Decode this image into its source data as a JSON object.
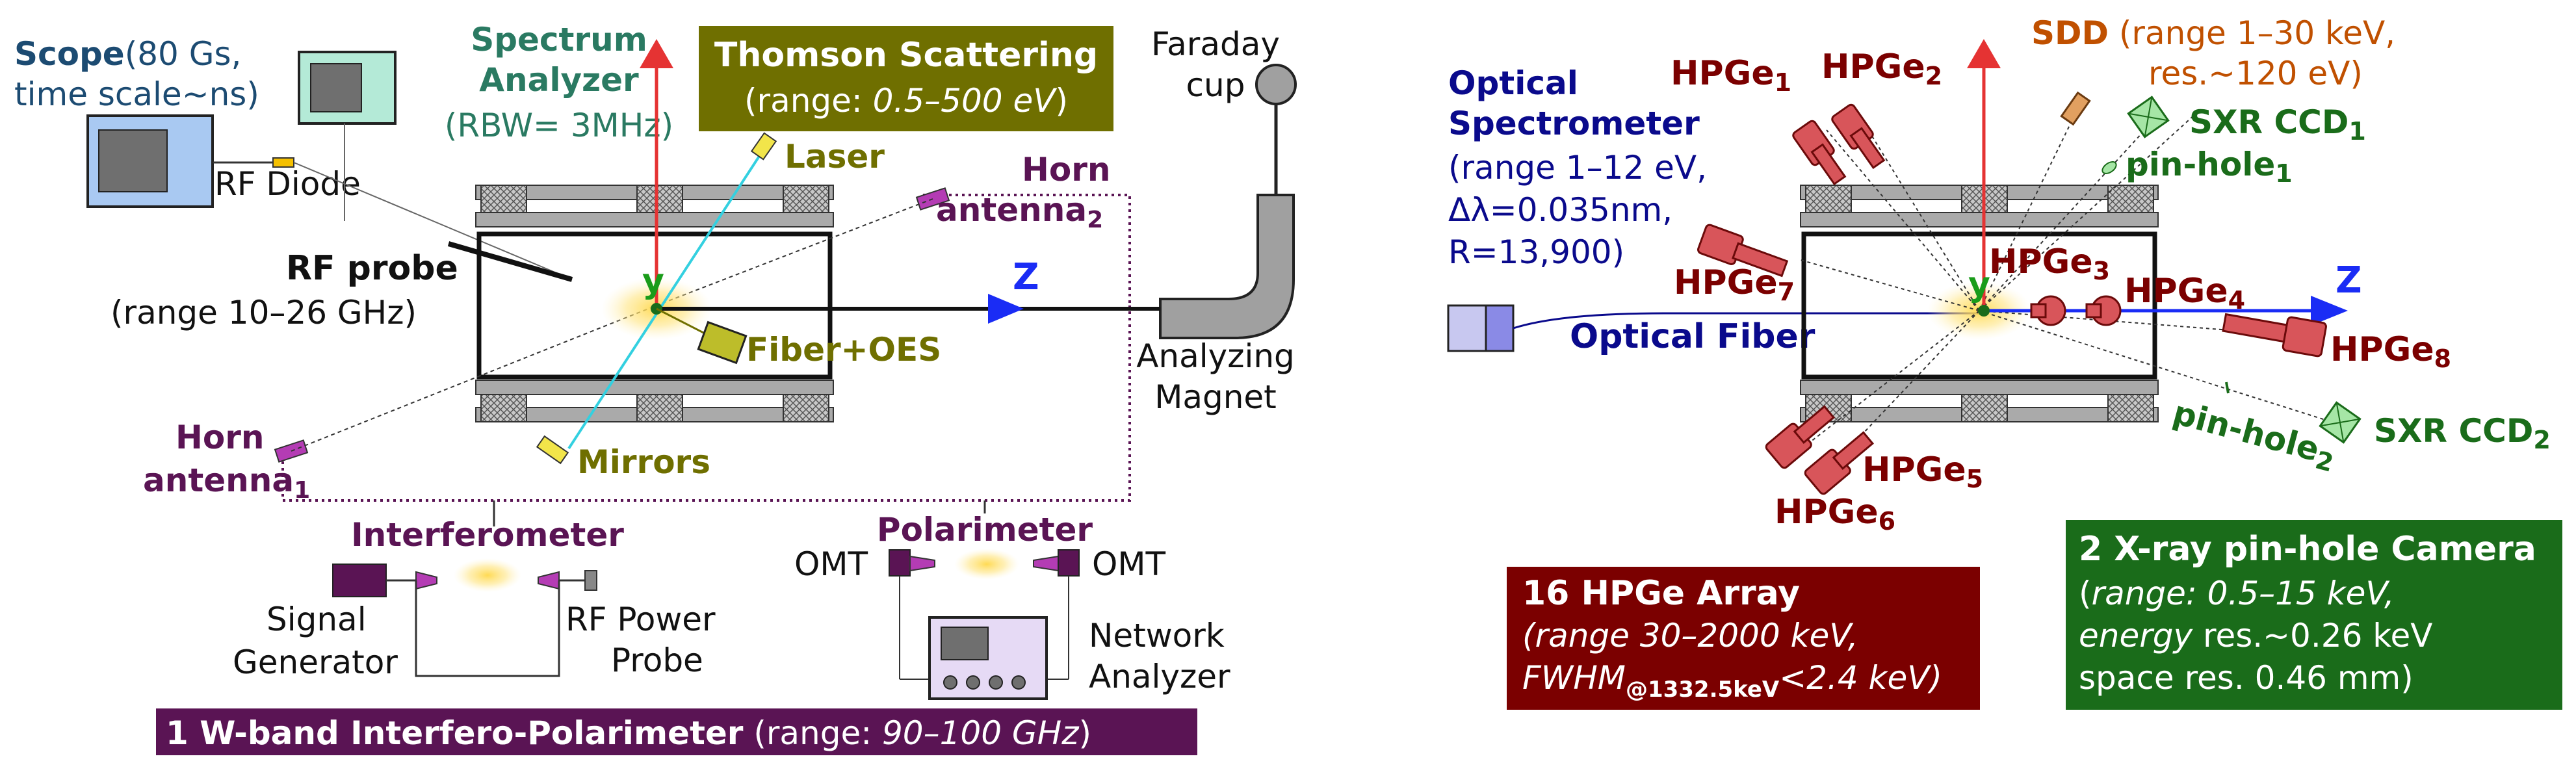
{
  "colors": {
    "navy": "#1c4b72",
    "teal": "#2a7a62",
    "olive": "#6f6f00",
    "purple": "#5a1454",
    "dark_red": "#7b0000",
    "red": "#e53333",
    "blue": "#1a2cf5",
    "green": "#1a6c1a",
    "orange": "#c05000",
    "dark_blue": "#0a0a8c",
    "text": "#111111"
  },
  "left": {
    "scope_title": "Scope",
    "scope_rest": "(80 Gs,",
    "scope_line2": "time scale~ns)",
    "rf_diode": "RF Diode",
    "spectrum_l1": "Spectrum",
    "spectrum_l2": "Analyzer",
    "spectrum_l3": "(RBW= 3MHz)",
    "thomson_title": "Thomson Scattering",
    "thomson_prefix": "(range: ",
    "thomson_range": "0.5–500 eV",
    "thomson_suffix": ")",
    "faraday_l1": "Faraday",
    "faraday_l2": "cup",
    "laser": "Laser",
    "horn2": "Horn",
    "antenna2": "antenna",
    "antenna2_sub": "2",
    "rf_probe_title": "RF probe",
    "rf_probe_range": "(range 10–26 GHz)",
    "axis_y": "y",
    "axis_z": "Z",
    "fiber_oes": "Fiber+OES",
    "analyzing_l1": "Analyzing",
    "analyzing_l2": "Magnet",
    "horn1": "Horn",
    "antenna1": "antenna",
    "antenna1_sub": "1",
    "mirrors": "Mirrors",
    "interferometer": "Interferometer",
    "signal_gen_l1": "Signal",
    "signal_gen_l2": "Generator",
    "rf_power_l1": "RF Power",
    "rf_power_l2": "Probe",
    "polarimeter": "Polarimeter",
    "omt_left": "OMT",
    "omt_right": "OMT",
    "network_l1": "Network",
    "network_l2": "Analyzer",
    "wband_title": "1 W-band Interfero-Polarimeter",
    "wband_prefix": " (range: ",
    "wband_range": "90–100 GHz",
    "wband_suffix": ")"
  },
  "right": {
    "optical_l1": "Optical",
    "optical_l2": "Spectrometer",
    "optical_l3": "(range 1–12 eV,",
    "optical_l4": "Δλ=0.035nm,",
    "optical_l5": "R=13,900)",
    "optical_fiber": "Optical Fiber",
    "hpge_label": "HPGe",
    "hpge_subs": [
      "1",
      "2",
      "3",
      "4",
      "5",
      "6",
      "7",
      "8"
    ],
    "sdd_title": "SDD",
    "sdd_l1_rest": " (range 1–30 keV,",
    "sdd_l2": "res.~120 eV)",
    "sxr_ccd": "SXR CCD",
    "sxr_subs": [
      "1",
      "2"
    ],
    "pinhole": "pin-hole",
    "pinhole_subs": [
      "1",
      "2"
    ],
    "axis_y": "y",
    "axis_z": "Z",
    "hpge_array_title": "16 HPGe Array",
    "hpge_array_l2": "(range 30–2000 keV,",
    "hpge_array_l3_a": "FWHM",
    "hpge_array_l3_sub": "@1332.5keV",
    "hpge_array_l3_b": "<2.4 keV)",
    "xray_title": "2 X-ray pin-hole Camera",
    "xray_l2_a": "(",
    "xray_l2_b": "range: 0.5–15 keV,",
    "xray_l3_a": "energy",
    "xray_l3_b": " res.~0.26 keV",
    "xray_l4": "space res. 0.46 mm)"
  }
}
